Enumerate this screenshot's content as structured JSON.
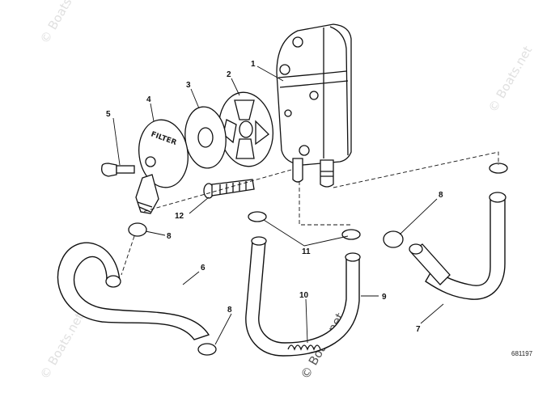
{
  "watermark_text": "© Boats.net",
  "catalog_number": "681197",
  "filter_text": "FILTER",
  "callouts": {
    "c1": "1",
    "c2": "2",
    "c3": "3",
    "c4": "4",
    "c5": "5",
    "c6": "6",
    "c7": "7",
    "c8a": "8",
    "c8b": "8",
    "c8c": "8",
    "c9": "9",
    "c10": "10",
    "c11": "11",
    "c12": "12"
  }
}
